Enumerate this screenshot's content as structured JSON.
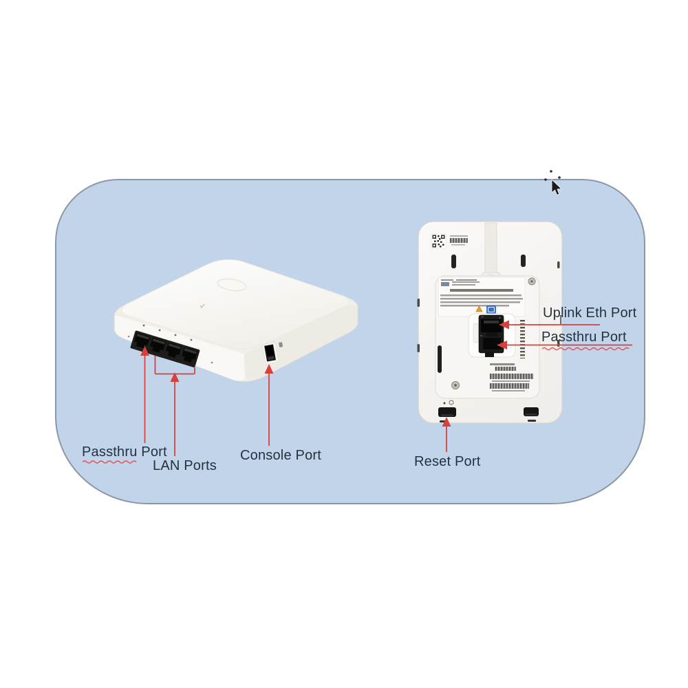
{
  "colors": {
    "panel_fill": "#c2d4ea",
    "panel_border": "#8b97a6",
    "annotation_red": "#d8403d",
    "label_text": "#24313f",
    "device_body": "#f8f7f3",
    "port_black": "#141413"
  },
  "labels": {
    "front_view": {
      "passthru_port": "Passthru Port",
      "lan_ports": "LAN Ports",
      "console_port": "Console Port"
    },
    "rear_view": {
      "uplink_eth_port": "Uplink Eth Port",
      "passthru_port": "Passthru Port",
      "reset_port": "Reset Port"
    }
  }
}
